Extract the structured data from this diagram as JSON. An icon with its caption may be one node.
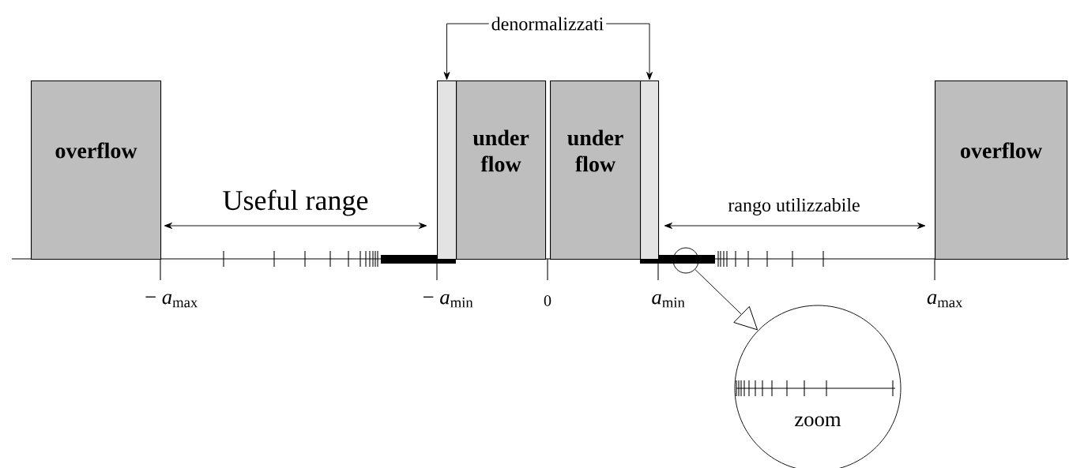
{
  "diagram": {
    "nodes": [
      {
        "text": [
          "overflow"
        ]
      },
      {
        "text": [
          "under flow"
        ]
      },
      {
        "text": [
          "under flow"
        ]
      },
      {
        "text": [
          "overflow"
        ]
      },
      {
        "text": [],
        "shape": "box"
      },
      {
        "text": [],
        "shape": "box"
      },
      {
        "text": [
          "denormalizzati"
        ]
      },
      {
        "text": [],
        "shape": "circle"
      },
      {
        "text": [
          "zoom"
        ]
      }
    ],
    "edges": [
      {
        "from": 6,
        "to": 4,
        "arrow": "to"
      },
      {
        "from": 6,
        "to": 5,
        "arrow": "to"
      },
      {
        "from": 7,
        "to": 8,
        "arrow": "to"
      }
    ],
    "labels": [
      "Useful range",
      "rango utilizzabile",
      "− *a*$_{max}$",
      "− *a*$_{min}$",
      "0",
      "*a*$_{min}$",
      "*a*$_{max}$"
    ]
  }
}
